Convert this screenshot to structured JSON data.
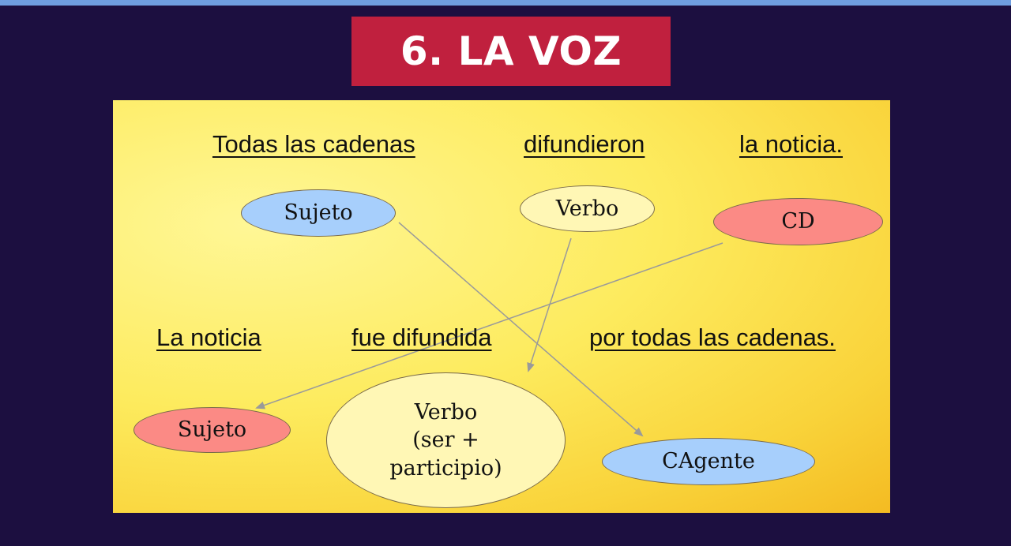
{
  "title": "6. LA VOZ",
  "active_sentence": {
    "subject": "Todas las cadenas",
    "verb": "difundieron",
    "object": "la noticia."
  },
  "passive_sentence": {
    "subject": "La noticia",
    "verb": "fue difundida",
    "agent": "por todas las cadenas."
  },
  "labels": {
    "sujeto_active": "Sujeto",
    "verbo_active": "Verbo",
    "cd": "CD",
    "sujeto_passive": "Sujeto",
    "verbo_passive_lines": [
      "Verbo",
      "(ser +",
      "participio)"
    ],
    "cagente": "CAgente"
  },
  "colors": {
    "background": "#1c0f40",
    "title_box": "#c0203e",
    "oval_blue": "#a7cffc",
    "oval_cream": "#fff7b5",
    "oval_red": "#fb8a85",
    "arrow": "#9a9a9a"
  }
}
